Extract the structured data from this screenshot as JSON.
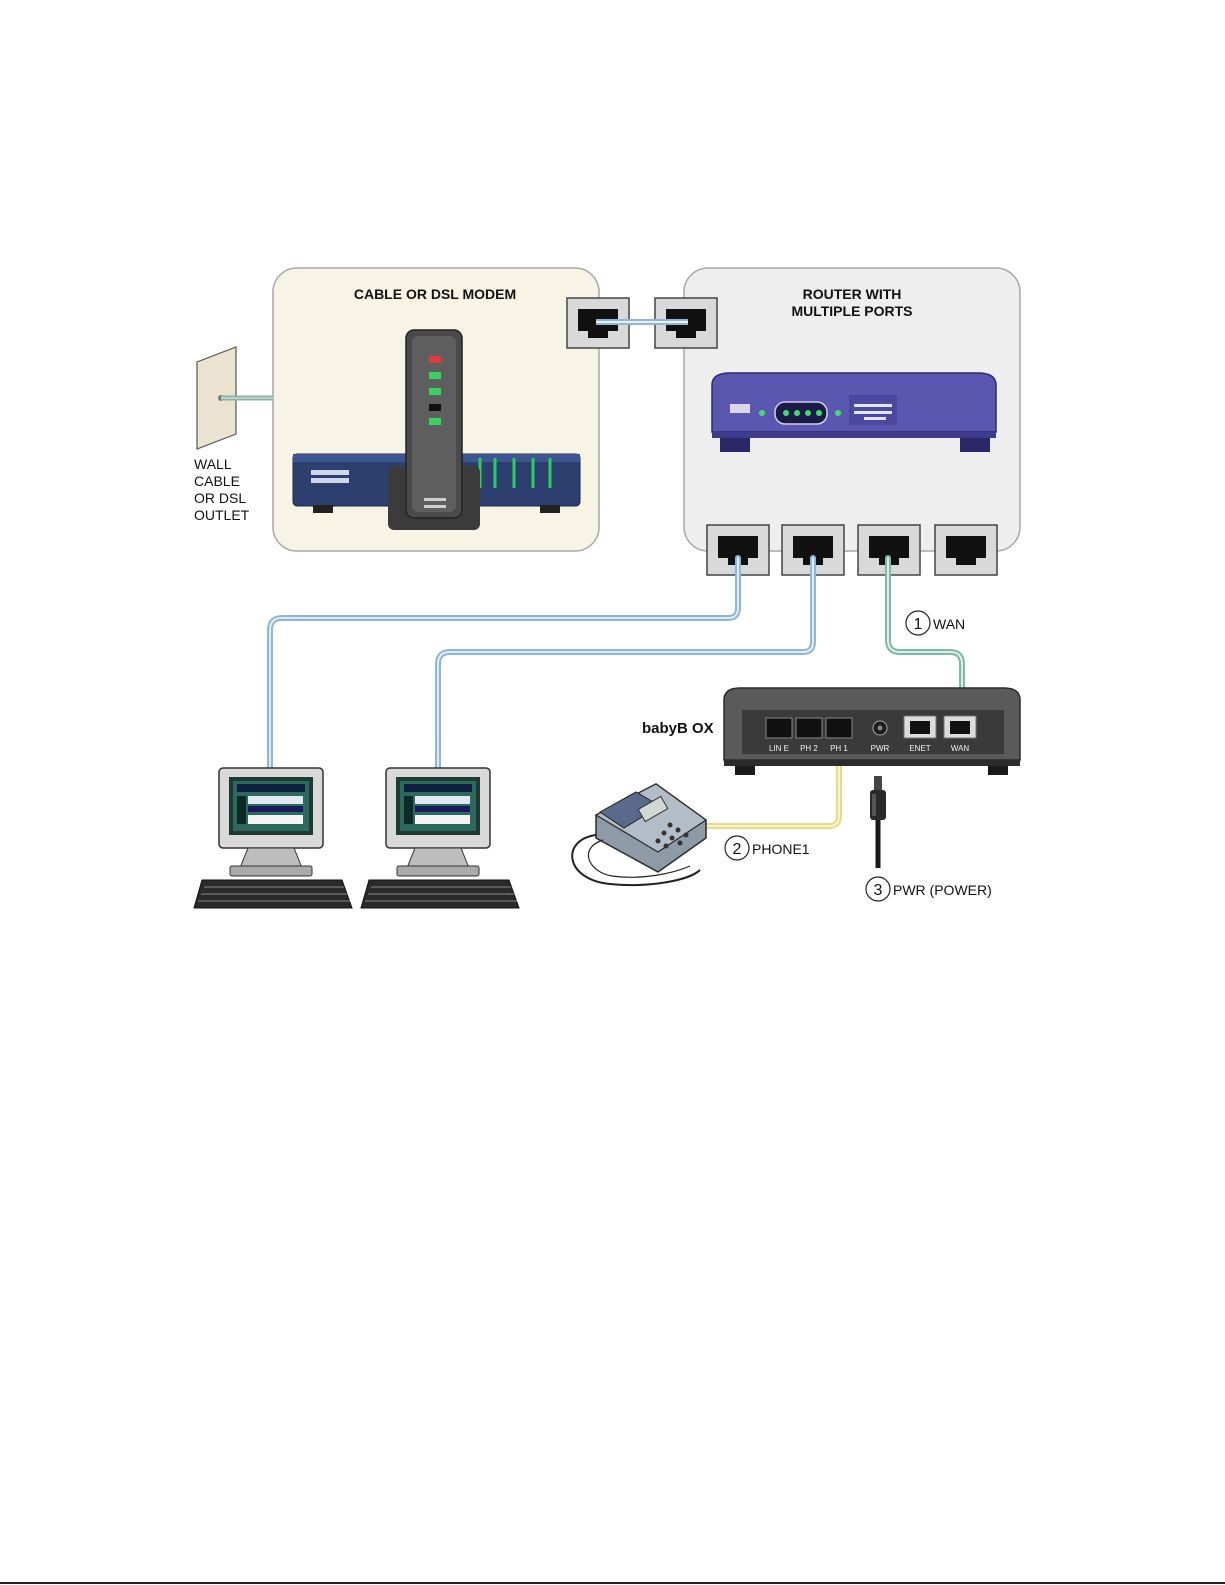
{
  "labels": {
    "modem_title": "CABLE OR DSL MODEM",
    "router_title_line1": "ROUTER WITH",
    "router_title_line2": "MULTIPLE PORTS",
    "wall_line1": "WALL",
    "wall_line2": "CABLE",
    "wall_line3": "OR DSL",
    "wall_line4": "OUTLET",
    "babybox": "babyB OX"
  },
  "babybox_ports": [
    "LIN E",
    "PH 2",
    "PH 1",
    "PWR",
    "ENET",
    "WAN"
  ],
  "steps": [
    {
      "num": "1",
      "label": "WAN"
    },
    {
      "num": "2",
      "label": "PHONE1"
    },
    {
      "num": "3",
      "label": "PWR (POWER)"
    }
  ],
  "colors": {
    "lan_cable": "#8fb6d8",
    "wan_cable": "#7fb8a4",
    "phone_cable": "#e6d98a",
    "modem_panel": "#f7f4e6",
    "router_panel": "#eeeeee",
    "router_body": "#5b57b0",
    "modem_base": "#2c3f6e"
  }
}
